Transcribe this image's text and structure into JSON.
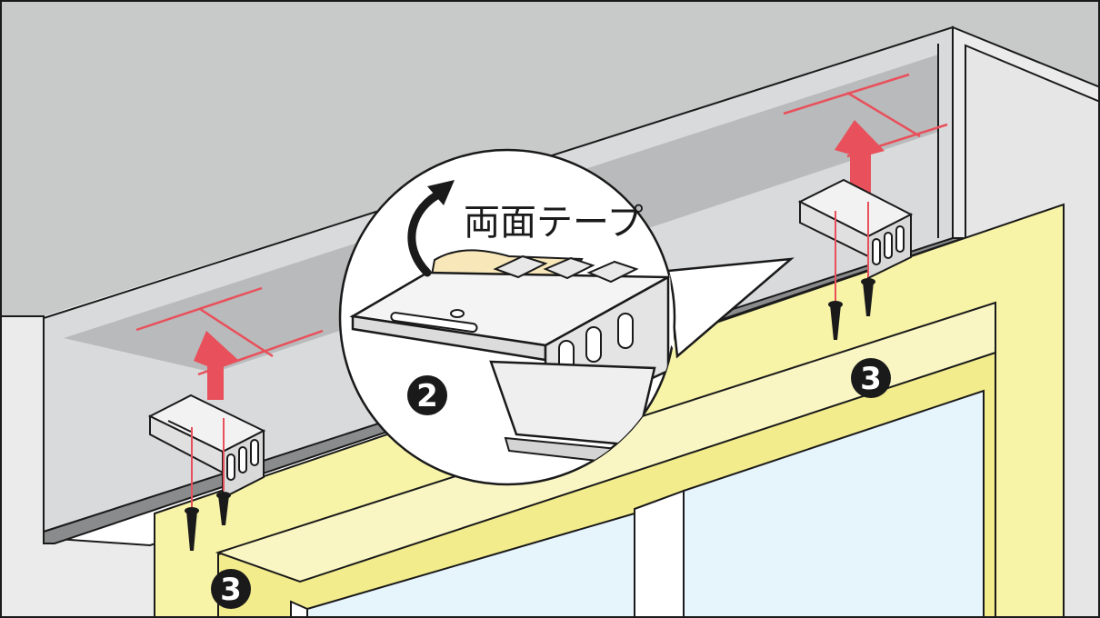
{
  "labels": {
    "tape": "両面テープ",
    "step_2": "2",
    "step_3_left": "3",
    "step_3_right": "3"
  },
  "colors": {
    "ceiling": "#c8c9c9",
    "wall": "#ebebeb",
    "frame": "#f7f3a7",
    "glass": "#e6f4fc",
    "arrow": "#e8505b",
    "guide_line": "#e8505b",
    "outline": "#1a1a1a"
  },
  "icons": {
    "callout": "magnified-bracket-callout",
    "bracket": "mounting-bracket-icon",
    "screw": "screw-icon",
    "up_arrow": "up-arrow-icon",
    "curved_arrow": "curved-arrow-icon",
    "step_badge": "numbered-circle-badge"
  }
}
